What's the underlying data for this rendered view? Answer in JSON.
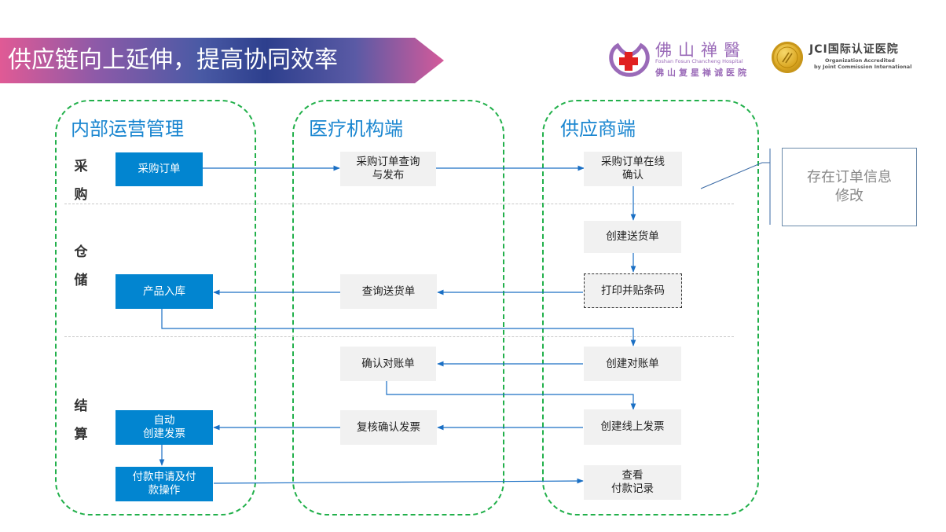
{
  "title": "供应链向上延伸，提高协同效率",
  "logos": {
    "hospital": {
      "name_cn_stylized": "佛山禅醫",
      "name_en": "Foshan Fosun Chancheng Hospital",
      "name_cn": "佛山复星禅诚医院"
    },
    "jci": {
      "title": "JCI国际认证医院",
      "subtitle_line1": "Organization Accredited",
      "subtitle_line2": "by Joint Commission International"
    }
  },
  "lanes": [
    {
      "id": "internal",
      "title": "内部运营管理"
    },
    {
      "id": "hospital",
      "title": "医疗机构端"
    },
    {
      "id": "supplier",
      "title": "供应商端"
    }
  ],
  "rows": [
    {
      "id": "purchase",
      "label_chars": [
        "采",
        "购"
      ]
    },
    {
      "id": "warehouse",
      "label_chars": [
        "仓",
        "储"
      ]
    },
    {
      "id": "settlement",
      "label_chars": [
        "结",
        "算"
      ]
    }
  ],
  "nodes": {
    "purchase_order": "采购订单",
    "po_query_publish": "采购订单查询\n与发布",
    "po_online_confirm": "采购订单在线\n确认",
    "create_delivery_note": "创建送货单",
    "print_label_barcode": "打印并贴条码",
    "query_delivery_note": "查询送货单",
    "product_inbound": "产品入库",
    "create_statement": "创建对账单",
    "confirm_statement": "确认对账单",
    "create_online_invoice": "创建线上发票",
    "review_confirm_invoice": "复核确认发票",
    "auto_create_invoice": "自动\n创建发票",
    "payment_request": "付款申请及付\n款操作",
    "view_payment_record": "查看\n付款记录"
  },
  "note": "存在订单信息\n修改",
  "colors": {
    "lane_border": "#22b04b",
    "lane_title": "#1a86d0",
    "internal_box": "#0285d0",
    "external_box": "#f1f1f1",
    "arrow": "#1a6fc4",
    "note_border": "#6a8aaa"
  }
}
